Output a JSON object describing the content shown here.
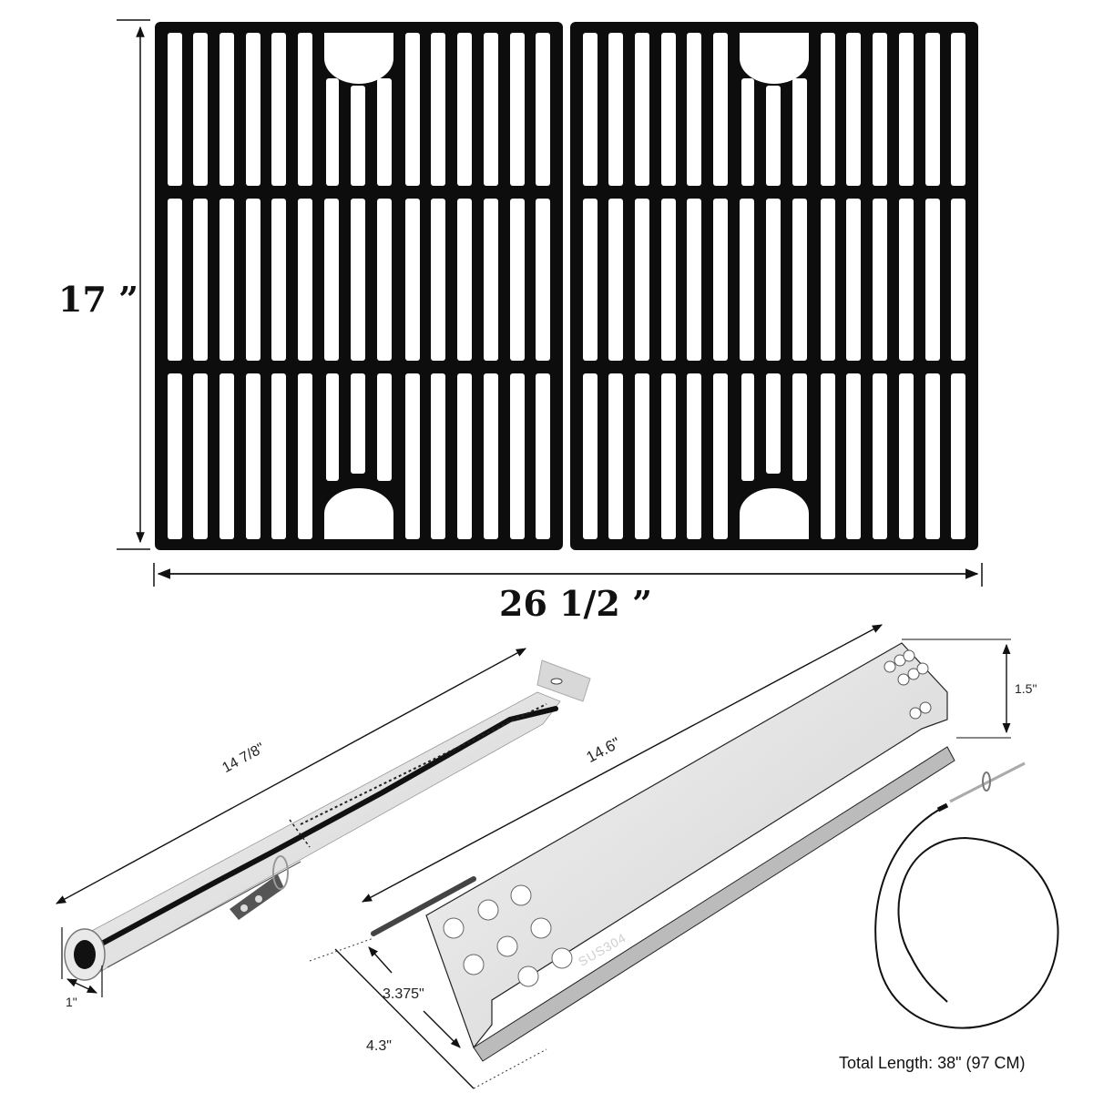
{
  "grates": {
    "count": 2,
    "height_label": "17 ”",
    "width_label": "26  1/2 ”",
    "color": "#0d0d0d"
  },
  "burner": {
    "length_label": "14 7/8\"",
    "diameter_label": "1\""
  },
  "heat_plate": {
    "length_label": "14.6\"",
    "height_label": "1.5\"",
    "inner_width_label": "3.375\"",
    "outer_width_label": "4.3\"",
    "stamp_text": "SUS304"
  },
  "igniter": {
    "total_length_label": "Total Length: 38\" (97 CM)"
  }
}
